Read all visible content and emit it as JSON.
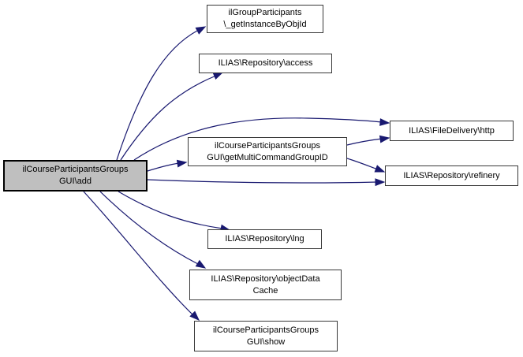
{
  "diagram": {
    "type": "call-graph",
    "colors": {
      "background": "#ffffff",
      "edge": "#191970",
      "node_border": "#383838",
      "node_fill": "#ffffff",
      "highlight_fill": "#bfbfbf",
      "text": "#000000"
    },
    "nodes": {
      "add": {
        "label": "ilCourseParticipantsGroups\nGUI\\add",
        "highlighted": true
      },
      "getInstanceByObjId": {
        "label": "ilGroupParticipants\n\\_getInstanceByObjId",
        "highlighted": false
      },
      "access": {
        "label": "ILIAS\\Repository\\access",
        "highlighted": false
      },
      "getMultiCommandGroupID": {
        "label": "ilCourseParticipantsGroups\nGUI\\getMultiCommandGroupID",
        "highlighted": false
      },
      "http": {
        "label": "ILIAS\\FileDelivery\\http",
        "highlighted": false
      },
      "refinery": {
        "label": "ILIAS\\Repository\\refinery",
        "highlighted": false
      },
      "lng": {
        "label": "ILIAS\\Repository\\lng",
        "highlighted": false
      },
      "objectDataCache": {
        "label": "ILIAS\\Repository\\objectData\nCache",
        "highlighted": false
      },
      "show": {
        "label": "ilCourseParticipantsGroups\nGUI\\show",
        "highlighted": false
      }
    },
    "edges": [
      {
        "from": "add",
        "to": "getInstanceByObjId"
      },
      {
        "from": "add",
        "to": "access"
      },
      {
        "from": "add",
        "to": "http"
      },
      {
        "from": "add",
        "to": "getMultiCommandGroupID"
      },
      {
        "from": "add",
        "to": "refinery"
      },
      {
        "from": "add",
        "to": "lng"
      },
      {
        "from": "add",
        "to": "objectDataCache"
      },
      {
        "from": "add",
        "to": "show"
      },
      {
        "from": "getMultiCommandGroupID",
        "to": "http"
      },
      {
        "from": "getMultiCommandGroupID",
        "to": "refinery"
      }
    ]
  }
}
